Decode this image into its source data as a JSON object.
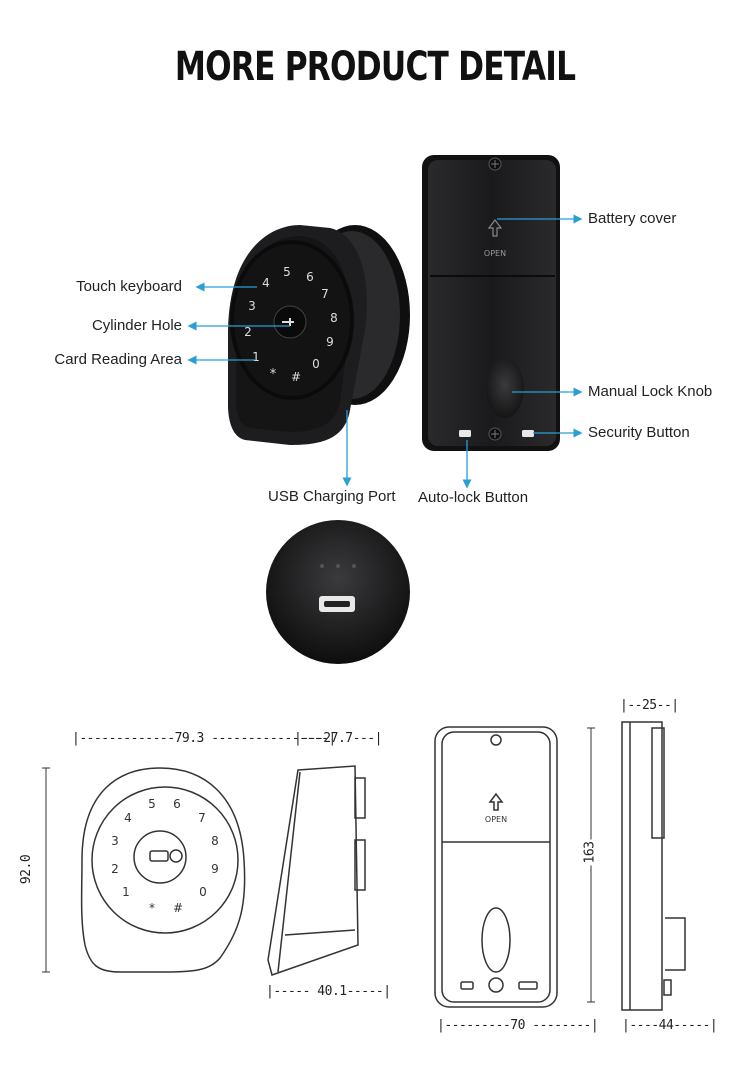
{
  "header": {
    "title": "MORE PRODUCT DETAIL"
  },
  "callouts": {
    "touch_keyboard": "Touch keyboard",
    "cylinder_hole": "Cylinder Hole",
    "card_reading_area": "Card Reading Area",
    "usb_charging_port": "USB Charging Port",
    "battery_cover": "Battery cover",
    "manual_lock_knob": "Manual Lock Knob",
    "security_button": "Security Button",
    "auto_lock_button": "Auto-lock Button"
  },
  "device": {
    "open_label": "OPEN",
    "keypad": [
      "5",
      "6",
      "4",
      "7",
      "3",
      "8",
      "2",
      "9",
      "1",
      "0",
      "*",
      "#"
    ]
  },
  "dimensions": {
    "front_width": "|-------------79.3 ----------------|",
    "front_height": "92.0",
    "side_depth_top": "|---27.7---|",
    "side_depth_bottom": "|----- 40.1-----|",
    "back_height": "163",
    "back_width": "|---------70 --------|",
    "back_side_top": "|--25--|",
    "back_side_bottom": "|----44-----|"
  },
  "colors": {
    "accent": "#2a9fd6",
    "device": "#1c1c1e",
    "outline": "#333333"
  }
}
